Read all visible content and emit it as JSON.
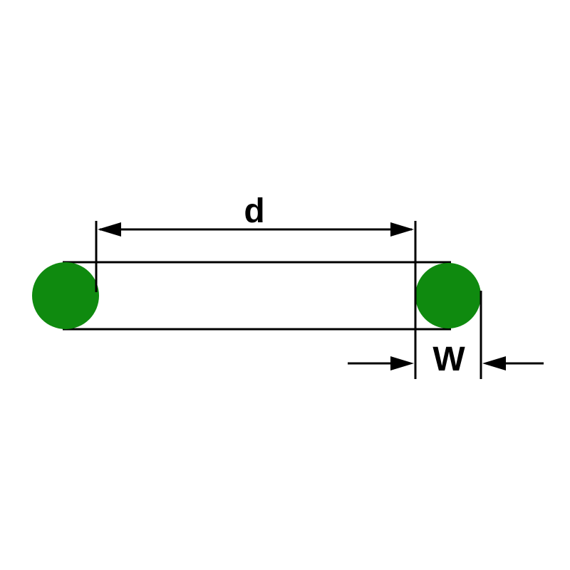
{
  "diagram": {
    "type": "technical-drawing",
    "subject": "O-ring cross-section dimension diagram",
    "labels": {
      "inner_diameter": "d",
      "cross_section_width": "W"
    },
    "colors": {
      "ring_fill": "#0f8a0f",
      "line": "#000000",
      "background": "#ffffff"
    }
  }
}
